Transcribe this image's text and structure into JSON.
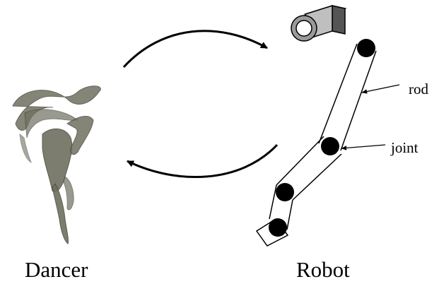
{
  "figure": {
    "left_label": "Dancer",
    "right_label": "Robot",
    "annotations": {
      "rod": "rod",
      "joint": "joint"
    }
  },
  "icons": {
    "camera": "camera-icon",
    "dancer": "dancer-figure-icon"
  }
}
